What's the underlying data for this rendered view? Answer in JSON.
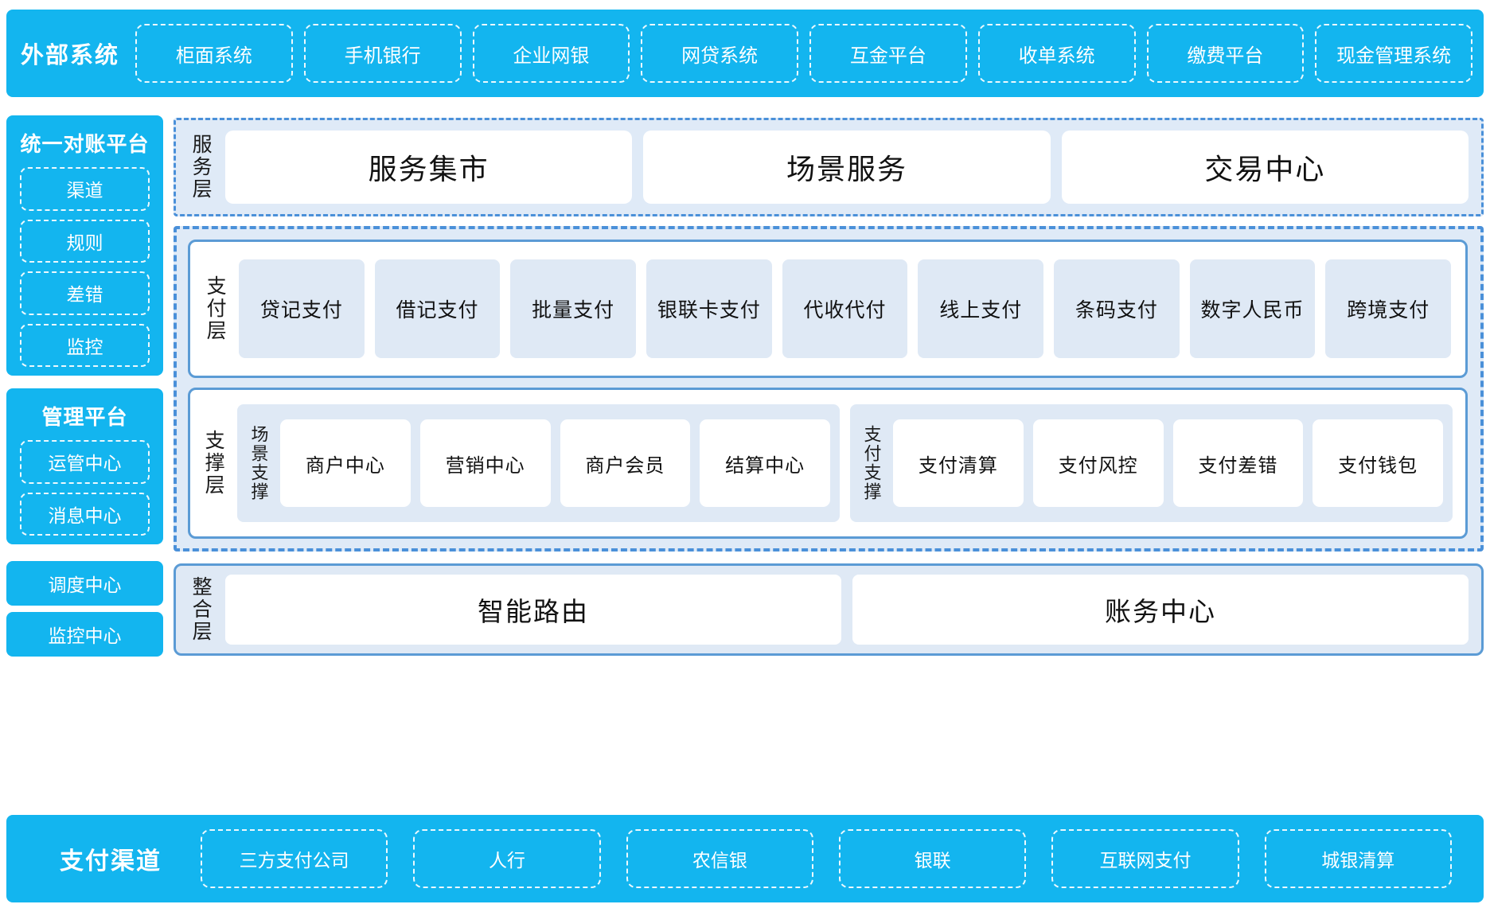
{
  "external_systems": {
    "title": "外部系统",
    "items": [
      "柜面系统",
      "手机银行",
      "企业网银",
      "网贷系统",
      "互金平台",
      "收单系统",
      "缴费平台",
      "现金管理系统"
    ]
  },
  "sidebar": {
    "reconcile": {
      "title": "统一对账平台",
      "items": [
        "渠道",
        "规则",
        "差错",
        "监控"
      ]
    },
    "manage": {
      "title": "管理平台",
      "items": [
        "运管中心",
        "消息中心"
      ]
    },
    "standalone": [
      "调度中心",
      "监控中心"
    ]
  },
  "service_layer": {
    "label": "服务层",
    "items": [
      "服务集市",
      "场景服务",
      "交易中心"
    ]
  },
  "payment_layer": {
    "label": "支付层",
    "items": [
      "贷记支付",
      "借记支付",
      "批量支付",
      "银联卡支付",
      "代收代付",
      "线上支付",
      "条码支付",
      "数字人民币",
      "跨境支付"
    ]
  },
  "support_layer": {
    "label": "支撑层",
    "groups": [
      {
        "label": "场景支撑",
        "items": [
          "商户中心",
          "营销中心",
          "商户会员",
          "结算中心"
        ]
      },
      {
        "label": "支付支撑",
        "items": [
          "支付清算",
          "支付风控",
          "支付差错",
          "支付钱包"
        ]
      }
    ]
  },
  "integration_layer": {
    "label": "整合层",
    "items": [
      "智能路由",
      "账务中心"
    ]
  },
  "payment_channels": {
    "title": "支付渠道",
    "items": [
      "三方支付公司",
      "人行",
      "农信银",
      "银联",
      "互联网支付",
      "城银清算"
    ]
  },
  "colors": {
    "brand_cyan": "#13b5ef",
    "panel_blue": "#dfe9f5",
    "border_blue": "#5b9bd5",
    "dash_blue": "#4a90d9",
    "card_white": "#ffffff"
  }
}
